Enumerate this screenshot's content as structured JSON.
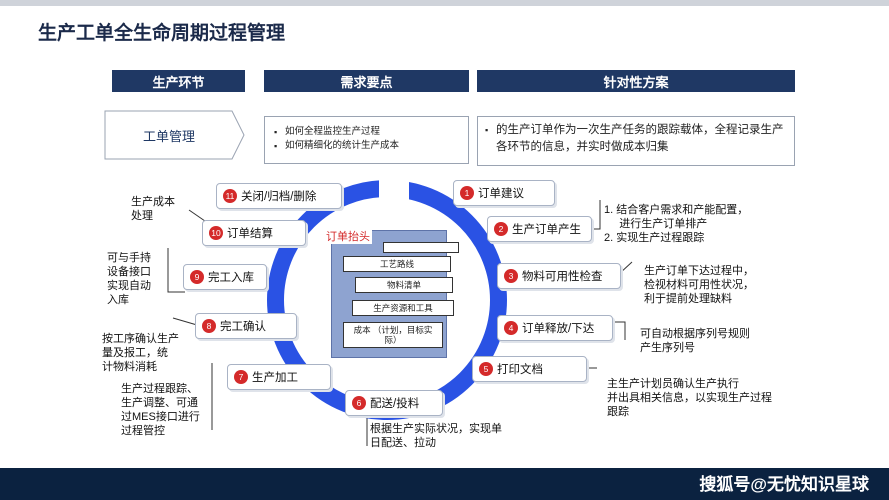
{
  "title": "生产工单全生命周期过程管理",
  "headers": {
    "stage": "生产环节",
    "needs": "需求要点",
    "solution": "针对性方案"
  },
  "stage_box": {
    "label": "工单管理"
  },
  "needs_box": {
    "items": [
      "如何全程监控生产过程",
      "如何精细化的统计生产成本"
    ]
  },
  "solution_box": {
    "text": "的生产订单作为一次生产任务的跟踪载体，全程记录生产各环节的信息，并实时做成本归集"
  },
  "center": {
    "title": "订单抬头",
    "cards": [
      "工艺路线",
      "物料清单",
      "生产资源和工具",
      "成本 （计划，目标实际）"
    ]
  },
  "steps": [
    {
      "num": "1",
      "label": "订单建议"
    },
    {
      "num": "2",
      "label": "生产订单产生"
    },
    {
      "num": "3",
      "label": "物料可用性检查"
    },
    {
      "num": "4",
      "label": "订单释放/下达"
    },
    {
      "num": "5",
      "label": "打印文档"
    },
    {
      "num": "6",
      "label": "配送/投料"
    },
    {
      "num": "7",
      "label": "生产加工"
    },
    {
      "num": "8",
      "label": "完工确认"
    },
    {
      "num": "9",
      "label": "完工入库"
    },
    {
      "num": "10",
      "label": "订单结算"
    },
    {
      "num": "11",
      "label": "关闭/归档/删除"
    }
  ],
  "notes": {
    "step2": [
      "1.  结合客户需求和产能配置，",
      "     进行生产订单排产",
      "2.  实现生产过程跟踪"
    ],
    "step3": [
      "生产订单下达过程中，",
      "检视材料可用性状况，",
      "利于提前处理缺料"
    ],
    "step4": [
      "可自动根据序列号规则",
      "产生序列号"
    ],
    "step5": [
      "主生产计划员确认生产执行",
      "并出具相关信息，以实现生产过程",
      "跟踪"
    ],
    "step6": [
      "根据生产实际状况，实现单",
      "日配送、拉动"
    ],
    "step7": [
      "生产过程跟踪、",
      "生产调整、可通",
      "过MES接口进行",
      "过程管控"
    ],
    "step8": [
      "按工序确认生产",
      "量及报工，统",
      "计物料消耗"
    ],
    "step9": [
      "可与手持",
      "设备接口",
      "实现自动",
      "入库"
    ],
    "step11": [
      "生产成本",
      "处理"
    ]
  },
  "watermark": "搜狐号@无忧知识星球",
  "colors": {
    "header": "#1f3864",
    "ring": "#2a52e4",
    "badge": "#d42a2a",
    "footer": "#0b2240"
  }
}
